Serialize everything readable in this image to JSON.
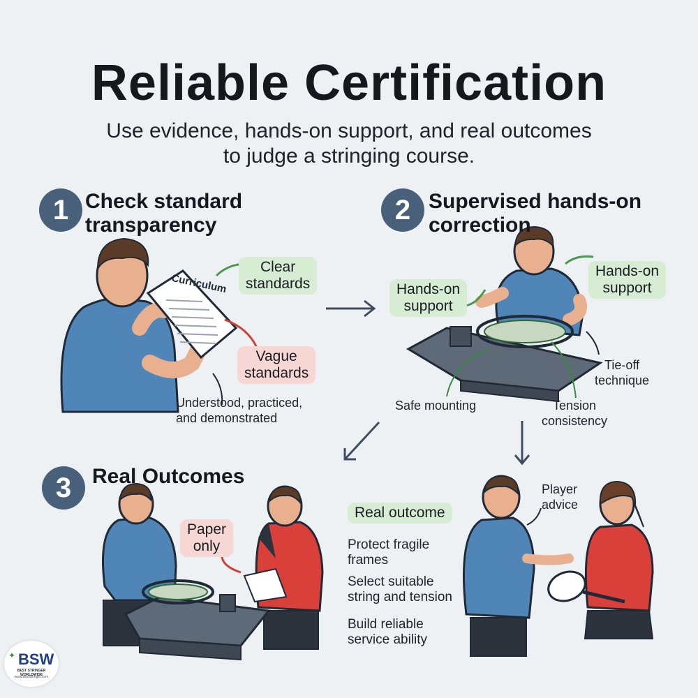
{
  "header": {
    "title": "Reliable Certification",
    "subtitle_line1": "Use evidence, hands-on support, and real outcomes",
    "subtitle_line2": "to judge a stringing course."
  },
  "step1": {
    "number": "1",
    "title_line1": "Check standard",
    "title_line2": "transparency",
    "document_label": "Curriculum",
    "clear_line1": "Clear",
    "clear_line2": "standards",
    "vague_line1": "Vague",
    "vague_line2": "standards",
    "note_line1": "Understood, practiced,",
    "note_line2": "and demonstrated"
  },
  "step2": {
    "number": "2",
    "title_line1": "Supervised hands-on",
    "title_line2": "correction",
    "support_left_line1": "Hands-on",
    "support_left_line2": "support",
    "support_right_line1": "Hands-on",
    "support_right_line2": "support",
    "safe_mounting": "Safe mounting",
    "tension_line1": "Tension",
    "tension_line2": "consistency",
    "tieoff_line1": "Tie-off",
    "tieoff_line2": "technique"
  },
  "step3": {
    "number": "3",
    "title": "Real Outcomes",
    "paper_line1": "Paper",
    "paper_line2": "only",
    "real_outcome": "Real outcome",
    "player_line1": "Player",
    "player_line2": "advice",
    "items": [
      {
        "line1": "Protect fragile",
        "line2": "frames"
      },
      {
        "line1": "Select suitable",
        "line2": "string and tension"
      },
      {
        "line1": "Build reliable",
        "line2": "service ability"
      }
    ]
  },
  "logo": {
    "text": "BSW",
    "tagline": "BEST STRINGER WORLDWIDE",
    "url": "www.beststringer.com"
  },
  "colors": {
    "badge": "#48607a",
    "green_tag": "#d6ecd3",
    "red_tag": "#f6d7d4",
    "shirt_blue": "#4f86b7",
    "shirt_red": "#d9403a",
    "background": "#eef1f4"
  }
}
